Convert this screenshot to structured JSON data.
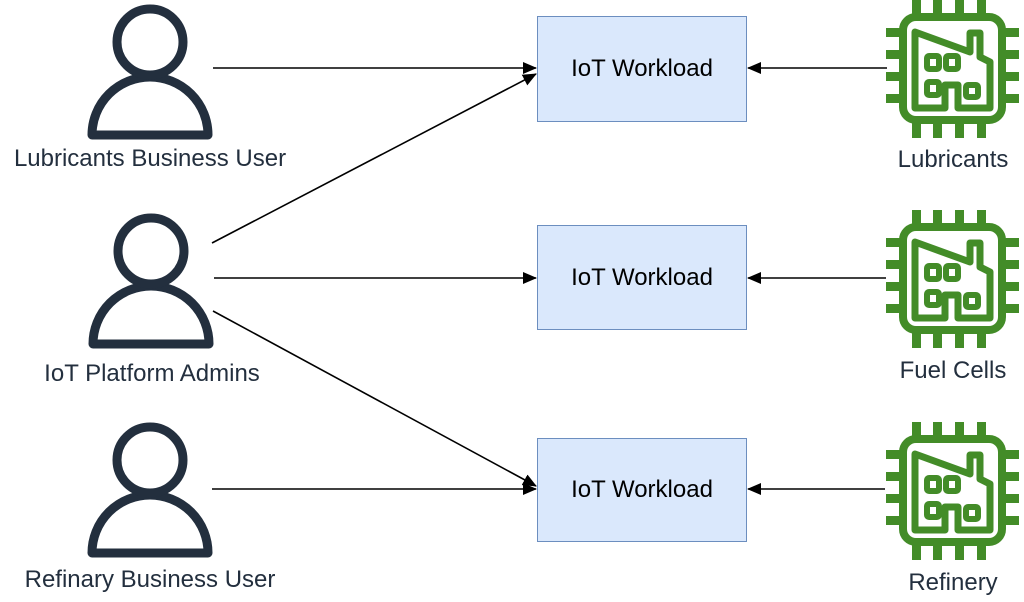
{
  "colors": {
    "person-icon": "#232f3e",
    "plant-icon-green": "#438c28",
    "workload-fill": "#dae8fc",
    "workload-border": "#6c8ebf",
    "workload-text": "#000000",
    "label-text": "#232f3e",
    "arrow": "#000000"
  },
  "users": [
    {
      "label": "Lubricants Business User"
    },
    {
      "label": "IoT Platform Admins"
    },
    {
      "label": "Refinary Business User"
    }
  ],
  "workloads": [
    {
      "label": "IoT Workload"
    },
    {
      "label": "IoT Workload"
    },
    {
      "label": "IoT Workload"
    }
  ],
  "plants": [
    {
      "label": "Lubricants"
    },
    {
      "label": "Fuel Cells"
    },
    {
      "label": "Refinery"
    }
  ],
  "connections": [
    {
      "from": "Lubricants Business User",
      "to": "IoT Workload 1"
    },
    {
      "from": "IoT Platform Admins",
      "to": "IoT Workload 1"
    },
    {
      "from": "IoT Platform Admins",
      "to": "IoT Workload 2"
    },
    {
      "from": "IoT Platform Admins",
      "to": "IoT Workload 3"
    },
    {
      "from": "Refinary Business User",
      "to": "IoT Workload 3"
    },
    {
      "from": "Lubricants",
      "to": "IoT Workload 1"
    },
    {
      "from": "Fuel Cells",
      "to": "IoT Workload 2"
    },
    {
      "from": "Refinery",
      "to": "IoT Workload 3"
    }
  ]
}
